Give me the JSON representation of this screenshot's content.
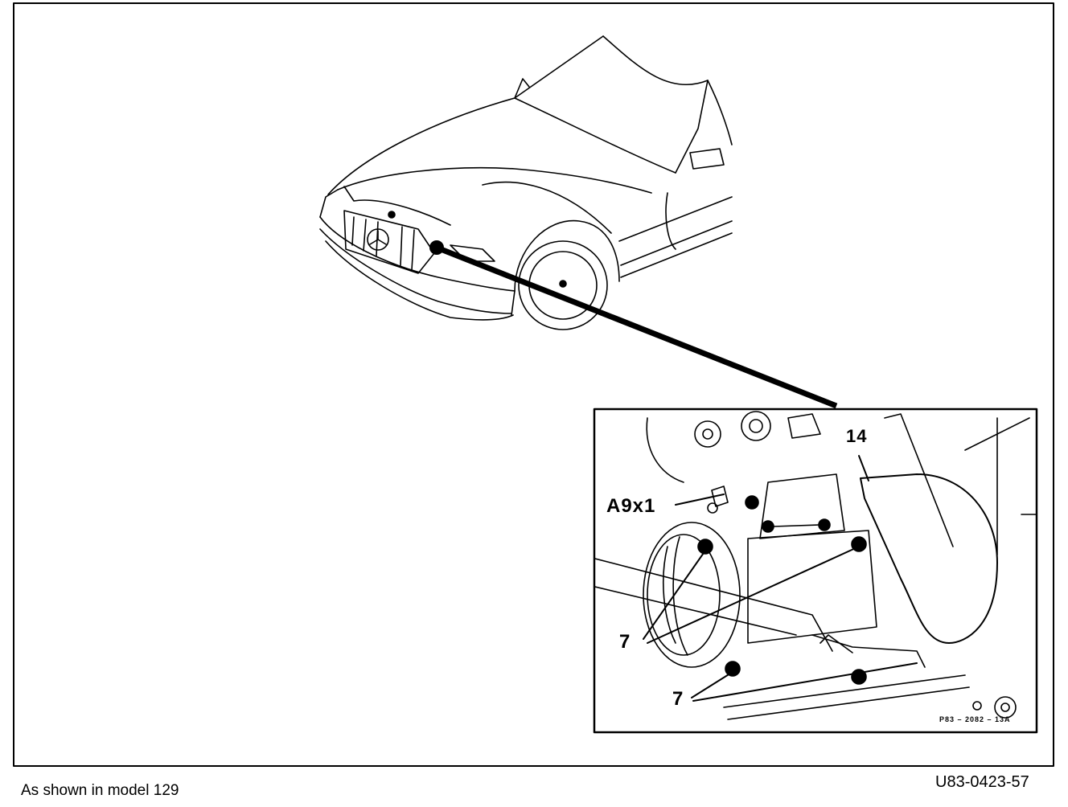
{
  "caption": {
    "left": "As shown in model 129",
    "right": "U83-0423-57"
  },
  "inset": {
    "labels": {
      "connector": "A9x1",
      "line_ref": "14",
      "bolt_ref_upper": "7",
      "bolt_ref_lower": "7"
    },
    "figure_code": "P83 – 2082 – 13A"
  },
  "colors": {
    "ink": "#000000",
    "paper": "#ffffff"
  }
}
